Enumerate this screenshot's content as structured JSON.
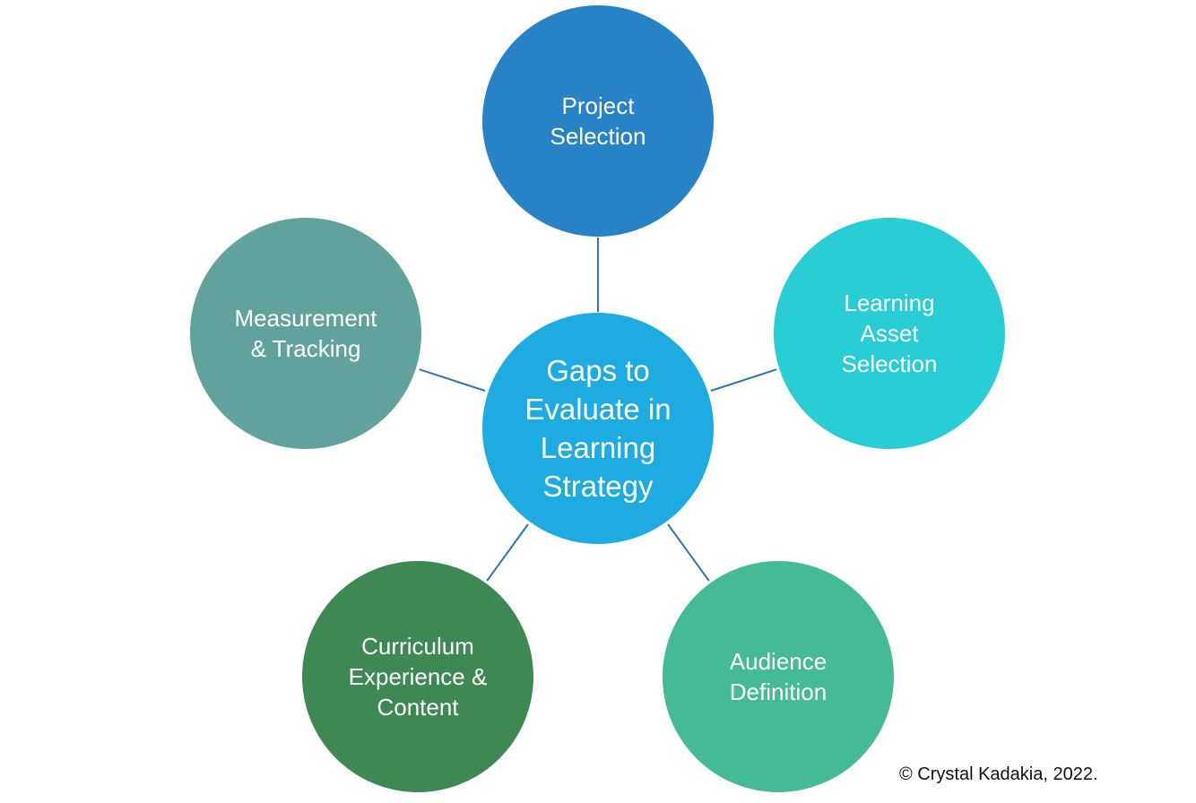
{
  "diagram": {
    "title": "Gaps to Evaluate in Learning Strategy",
    "connector_color": "#2E75B6",
    "center": {
      "label": "Gaps to\nEvaluate in\nLearning\nStrategy",
      "color": "#1DABE2"
    },
    "nodes": [
      {
        "id": "project-selection",
        "label": "Project\nSelection",
        "color": "#2782C6"
      },
      {
        "id": "learning-asset-selection",
        "label": "Learning\nAsset\nSelection",
        "color": "#29CDD6"
      },
      {
        "id": "audience-definition",
        "label": "Audience\nDefinition",
        "color": "#44BA96"
      },
      {
        "id": "curriculum-experience-content",
        "label": "Curriculum\nExperience &\nContent",
        "color": "#3E8853"
      },
      {
        "id": "measurement-tracking",
        "label": "Measurement\n& Tracking",
        "color": "#62A29D"
      }
    ]
  },
  "footer": {
    "copyright": "© Crystal Kadakia, 2022."
  }
}
